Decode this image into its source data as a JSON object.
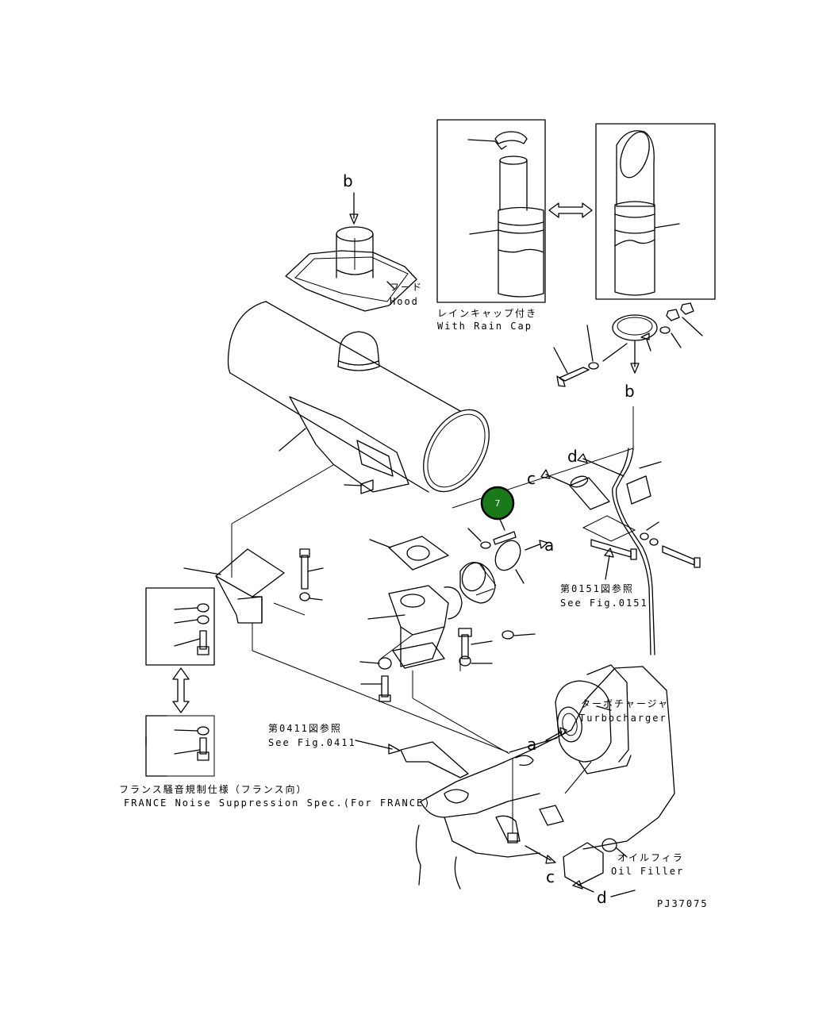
{
  "labels": {
    "hood_jp": "フード",
    "hood_en": "Hood",
    "rain_cap_jp": "レインキャップ付き",
    "rain_cap_en": "With Rain Cap",
    "fig0151_jp": "第0151図参照",
    "fig0151_en": "See Fig.0151",
    "fig0411_jp": "第0411図参照",
    "fig0411_en": "See Fig.0411",
    "turbo_jp": "ターボチャージャ",
    "turbo_en": "Turbocharger",
    "oil_jp": "オイルフィラ",
    "oil_en": "Oil Filler",
    "france_jp": "フランス騒音規制仕様（フランス向）",
    "france_en": "FRANCE Noise Suppression Spec.(For FRANCE)",
    "drawing_code": "PJ37075"
  },
  "view_letters": {
    "a": "a",
    "b": "b",
    "c": "c",
    "d": "d"
  },
  "callout": {
    "number": "7",
    "fill_color": "#1a7a1a",
    "ring_color": "#000000"
  }
}
